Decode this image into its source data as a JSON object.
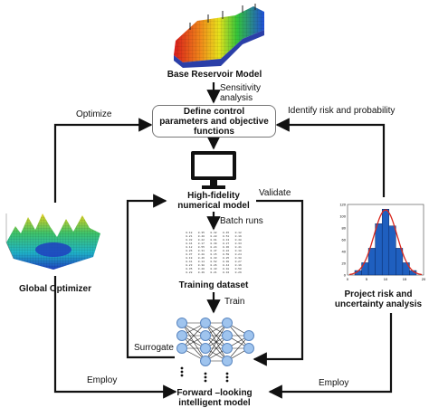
{
  "nodes": {
    "base_reservoir": "Base Reservoir Model",
    "define_control": [
      "Define control",
      "parameters and objective",
      "functions"
    ],
    "high_fidelity": [
      "High-fidelity",
      "numerical model"
    ],
    "training_dataset": "Training dataset",
    "forward_model": [
      "Forward –looking",
      "intelligent model"
    ],
    "global_optimizer": "Global Optimizer",
    "project_risk": [
      "Project risk and",
      "uncertainty analysis"
    ]
  },
  "edges": {
    "sensitivity": [
      "Sensitivity",
      "analysis"
    ],
    "optimize": "Optimize",
    "identify": "Identify risk and probability",
    "validate": "Validate",
    "batch_runs": "Batch runs",
    "train": "Train",
    "surrogate": "Surrogate",
    "employ_left": "Employ",
    "employ_right": "Employ"
  },
  "dataset_table": [
    [
      "0.18",
      "0.35",
      "0.32",
      "0.45",
      "0.12"
    ],
    [
      "0.21",
      "0.40",
      "0.28",
      "0.51",
      "0.19"
    ],
    [
      "0.32",
      "0.22",
      "0.61",
      "0.13",
      "0.48"
    ],
    [
      "0.44",
      "0.17",
      "0.39",
      "0.27",
      "0.33"
    ],
    [
      "0.12",
      "0.55",
      "0.24",
      "0.36",
      "0.41"
    ],
    [
      "0.26",
      "0.31",
      "0.47",
      "0.22",
      "0.18"
    ],
    [
      "0.37",
      "0.28",
      "0.15",
      "0.59",
      "0.24"
    ],
    [
      "0.19",
      "0.46",
      "0.33",
      "0.25",
      "0.38"
    ],
    [
      "0.41",
      "0.14",
      "0.52",
      "0.30",
      "0.27"
    ],
    [
      "0.23",
      "0.38",
      "0.26",
      "0.44",
      "0.16"
    ],
    [
      "0.35",
      "0.20",
      "0.43",
      "0.18",
      "0.50"
    ],
    [
      "0.28",
      "0.49",
      "0.21",
      "0.34",
      "0.29"
    ]
  ],
  "histogram": {
    "x_ticks": [
      "0",
      "5",
      "10",
      "15",
      "20"
    ],
    "y_ticks": [
      "0",
      "20",
      "40",
      "60",
      "80",
      "100",
      "120"
    ],
    "bars": [
      8,
      22,
      48,
      92,
      118,
      88,
      48,
      22,
      8
    ],
    "bar_color": "#1f5fbf",
    "curve_color": "#d9261c"
  },
  "colors": {
    "arrow": "#111111",
    "box_border": "#777777",
    "monitor": "#111111",
    "neuron": "#9fc4ee"
  },
  "icons": [
    "reservoir-model-image",
    "monitor-icon",
    "neural-network-icon",
    "surface-plot-image",
    "histogram-plot-image"
  ]
}
